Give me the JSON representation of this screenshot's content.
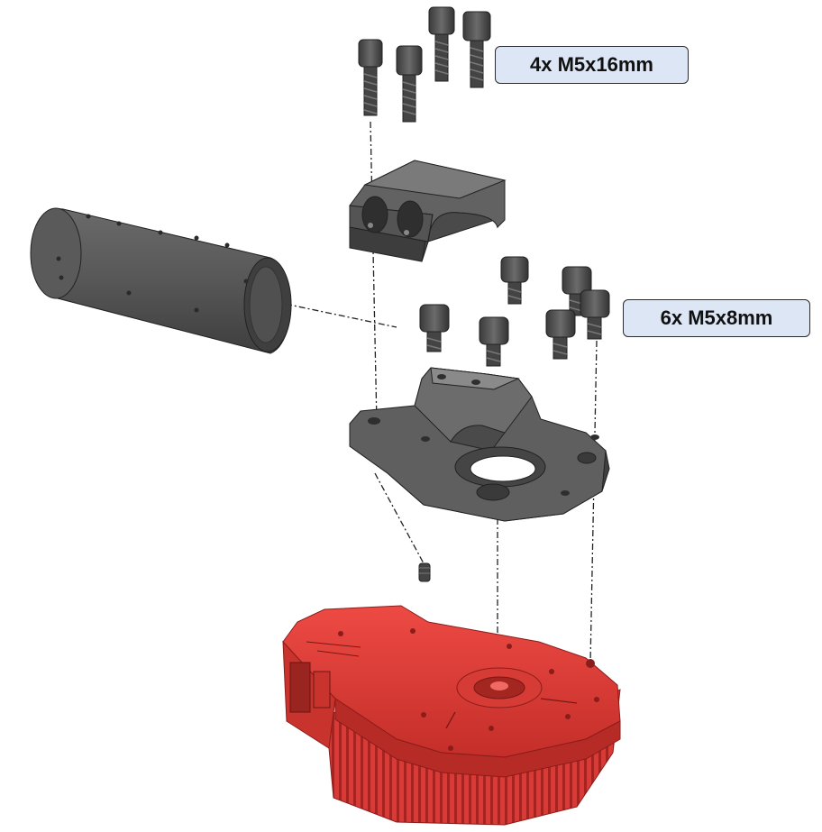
{
  "callouts": {
    "long_screws": "4x M5x16mm",
    "short_screws": "6x M5x8mm"
  },
  "colors": {
    "part_dark": "#4a4a4a",
    "part_mid": "#5d5d5d",
    "part_light": "#8a8a8a",
    "motor_red": "#e8413c",
    "motor_red_dark": "#b82a26",
    "callout_bg": "#dde6f4"
  },
  "parts": [
    "m5x16-screw",
    "top-clamp",
    "tube",
    "m5x8-screw",
    "bottom-clamp-mount",
    "set-screw",
    "red-motor-actuator"
  ]
}
